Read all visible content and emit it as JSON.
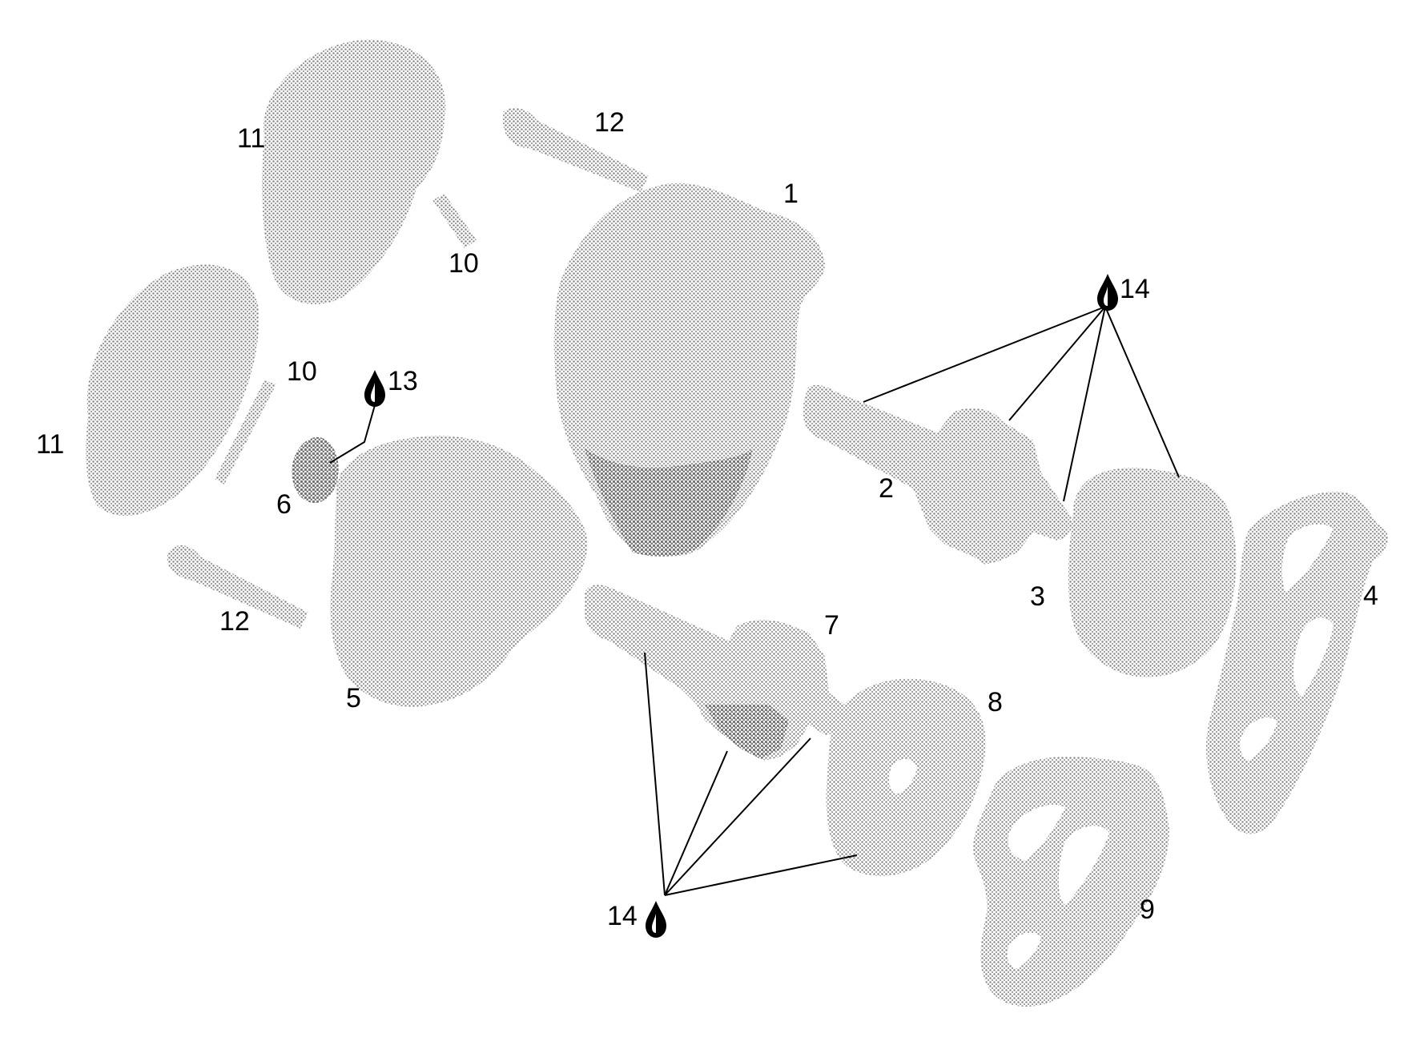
{
  "callouts": {
    "c1": "1",
    "c2": "2",
    "c3": "3",
    "c4": "4",
    "c5": "5",
    "c6": "6",
    "c7": "7",
    "c8": "8",
    "c9": "9",
    "c10a": "10",
    "c10b": "10",
    "c11a": "11",
    "c11b": "11",
    "c12a": "12",
    "c12b": "12",
    "c13": "13",
    "c14a": "14",
    "c14b": "14"
  },
  "colors": {
    "stipple": "#8a8a8a",
    "ink": "#000000",
    "background": "#ffffff"
  }
}
